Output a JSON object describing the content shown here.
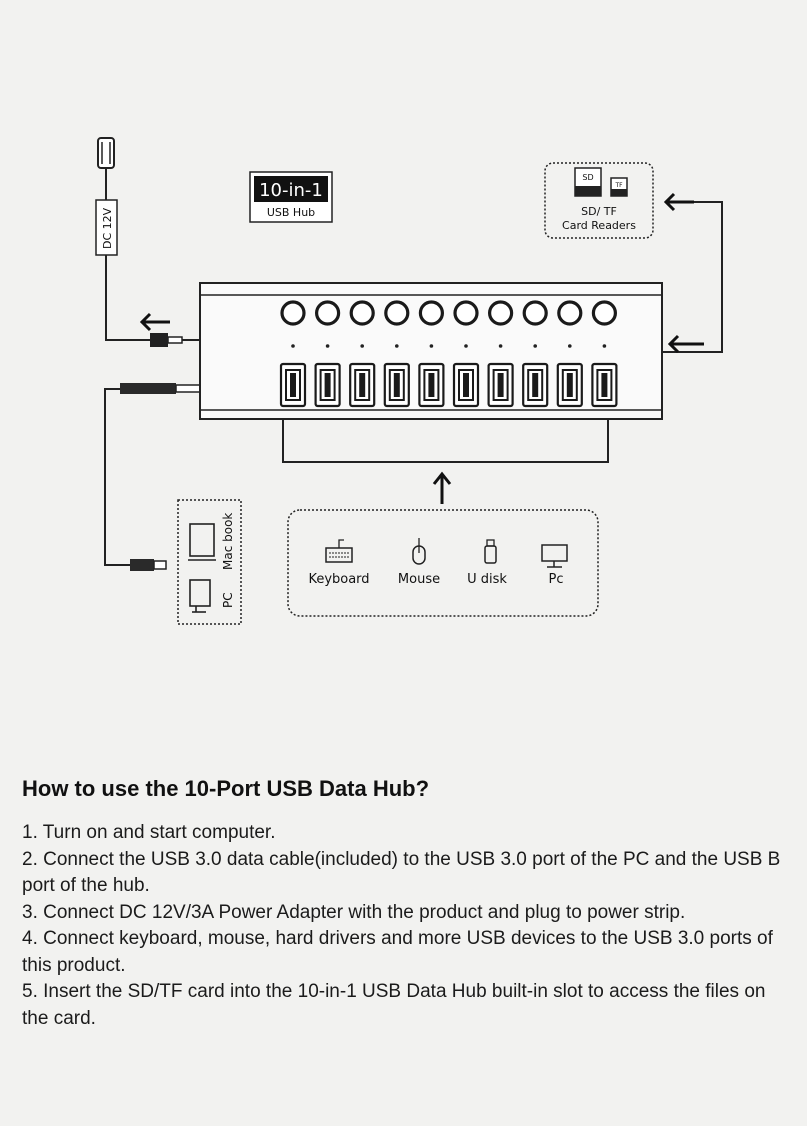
{
  "badge": {
    "title": "10-in-1",
    "subtitle": "USB Hub"
  },
  "power_cable": {
    "label": "DC 12V"
  },
  "card_reader": {
    "slot_sd": "SD",
    "slot_tf": "TF",
    "label_line1": "SD/ TF",
    "label_line2": "Card Readers"
  },
  "computers": {
    "mac_label": "Mac book",
    "pc_label": "PC"
  },
  "devices": [
    {
      "label": "Keyboard",
      "icon": "keyboard-icon"
    },
    {
      "label": "Mouse",
      "icon": "mouse-icon"
    },
    {
      "label": "U disk",
      "icon": "usb-drive-icon"
    },
    {
      "label": "Pc",
      "icon": "monitor-icon"
    }
  ],
  "howto": {
    "title": "How to use the 10-Port USB Data Hub?",
    "steps": [
      "1. Turn on and start computer.",
      "2. Connect the USB 3.0 data cable(included) to the USB 3.0 port of the PC and the USB B port of the hub.",
      "3. Connect DC 12V/3A Power Adapter with the product and plug to power strip.",
      "4. Connect keyboard, mouse, hard drivers and more USB devices to the USB 3.0 ports of this product.",
      "5.  Insert the SD/TF card into the 10-in-1 USB Data Hub built-in slot to access the files on the card."
    ]
  }
}
